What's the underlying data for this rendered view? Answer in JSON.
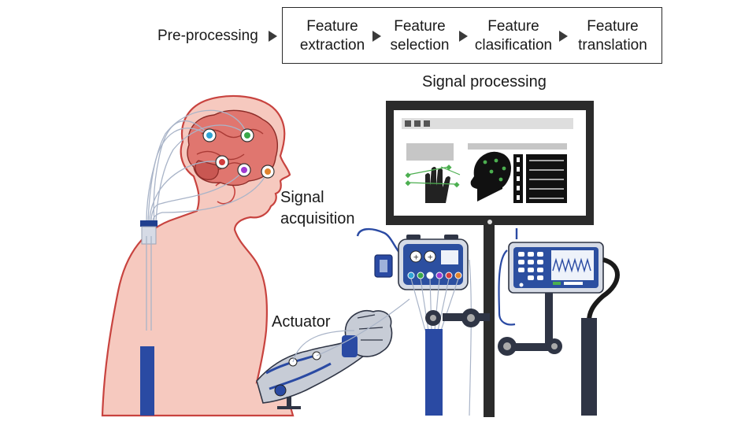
{
  "pipeline": {
    "pre_processing": "Pre-processing",
    "steps": [
      {
        "line1": "Feature",
        "line2": "extraction"
      },
      {
        "line1": "Feature",
        "line2": "selection"
      },
      {
        "line1": "Feature",
        "line2": "clasification"
      },
      {
        "line1": "Feature",
        "line2": "translation"
      }
    ]
  },
  "labels": {
    "signal_processing": "Signal processing",
    "signal_acquisition_line1": "Signal",
    "signal_acquisition_line2": "acquisition",
    "actuator": "Actuator"
  },
  "colors": {
    "skin": "#f6c9bf",
    "outline": "#c8433f",
    "brain": "#e0766f",
    "device_blue": "#2c4fa0",
    "cable_blue": "#2a4aa3",
    "monitor_frame": "#2b2b2b"
  }
}
